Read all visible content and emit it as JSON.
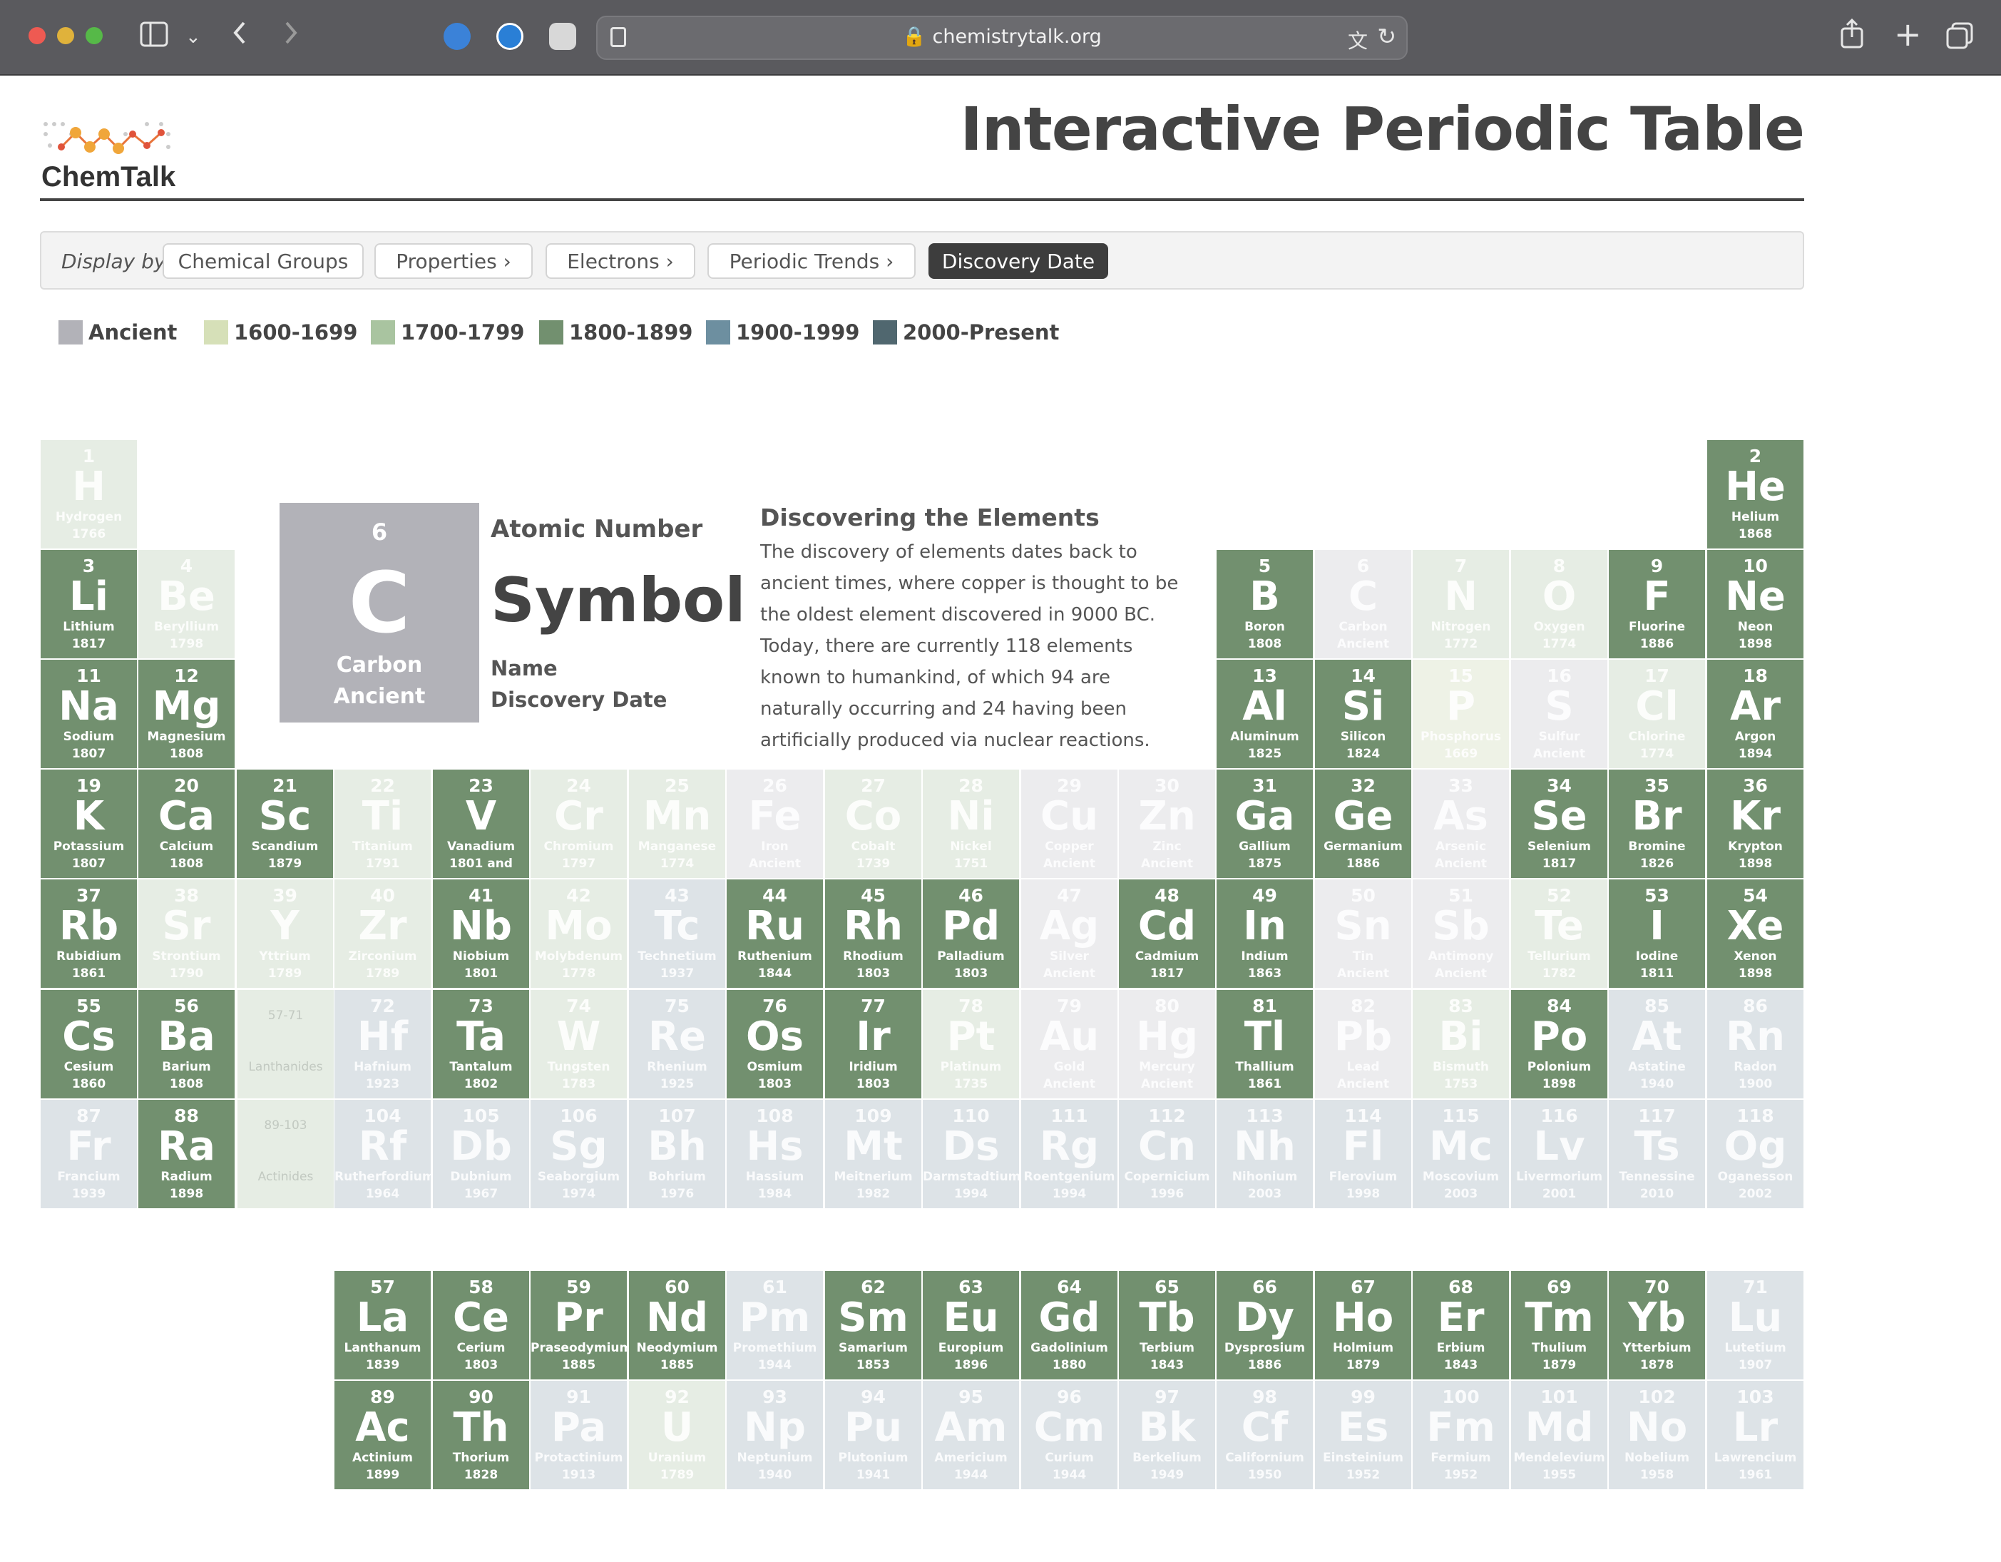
{
  "browser": {
    "url": "chemistrytalk.org"
  },
  "header": {
    "logo_text": "ChemTalk",
    "title": "Interactive Periodic Table"
  },
  "display_bar": {
    "label": "Display by",
    "buttons": [
      {
        "label": "Chemical Groups",
        "chevron": false,
        "active": false
      },
      {
        "label": "Properties",
        "chevron": true,
        "active": false
      },
      {
        "label": "Electrons",
        "chevron": true,
        "active": false
      },
      {
        "label": "Periodic Trends",
        "chevron": true,
        "active": false
      },
      {
        "label": "Discovery Date",
        "chevron": false,
        "active": true
      }
    ]
  },
  "legend": [
    {
      "label": "Ancient",
      "color": "#b2b2b8"
    },
    {
      "label": "1600-1699",
      "color": "#d6e0b8"
    },
    {
      "label": "1700-1799",
      "color": "#a9c4a0"
    },
    {
      "label": "1800-1899",
      "color": "#72906f"
    },
    {
      "label": "1900-1999",
      "color": "#6d8fa0"
    },
    {
      "label": "2000-Present",
      "color": "#50676f"
    }
  ],
  "key": {
    "number": "6",
    "symbol": "C",
    "name": "Carbon",
    "date": "Ancient",
    "label_number": "Atomic Number",
    "label_symbol": "Symbol",
    "label_name": "Name",
    "label_date": "Discovery Date"
  },
  "info": {
    "title": "Discovering the Elements",
    "body": "The discovery of elements dates back to ancient times, where copper is thought to be the oldest element discovered in 9000 BC. Today, there are currently 118 elements known to humankind, of which 94 are naturally occurring and 24 having been artificially produced via nuclear reactions."
  },
  "placeholders": [
    {
      "range": "57-71",
      "label": "Lanthanides"
    },
    {
      "range": "89-103",
      "label": "Actinides"
    }
  ],
  "elements": [
    {
      "n": "1",
      "s": "H",
      "name": "Hydrogen",
      "d": "1766",
      "row": 1,
      "col": 1,
      "style": "light"
    },
    {
      "n": "2",
      "s": "He",
      "name": "Helium",
      "d": "1868",
      "row": 1,
      "col": 18,
      "style": "green"
    },
    {
      "n": "3",
      "s": "Li",
      "name": "Lithium",
      "d": "1817",
      "row": 2,
      "col": 1,
      "style": "green"
    },
    {
      "n": "4",
      "s": "Be",
      "name": "Beryllium",
      "d": "1798",
      "row": 2,
      "col": 2,
      "style": "light"
    },
    {
      "n": "5",
      "s": "B",
      "name": "Boron",
      "d": "1808",
      "row": 2,
      "col": 13,
      "style": "green"
    },
    {
      "n": "6",
      "s": "C",
      "name": "Carbon",
      "d": "Ancient",
      "row": 2,
      "col": 14,
      "style": "grey"
    },
    {
      "n": "7",
      "s": "N",
      "name": "Nitrogen",
      "d": "1772",
      "row": 2,
      "col": 15,
      "style": "light"
    },
    {
      "n": "8",
      "s": "O",
      "name": "Oxygen",
      "d": "1774",
      "row": 2,
      "col": 16,
      "style": "light"
    },
    {
      "n": "9",
      "s": "F",
      "name": "Fluorine",
      "d": "1886",
      "row": 2,
      "col": 17,
      "style": "green"
    },
    {
      "n": "10",
      "s": "Ne",
      "name": "Neon",
      "d": "1898",
      "row": 2,
      "col": 18,
      "style": "green"
    },
    {
      "n": "11",
      "s": "Na",
      "name": "Sodium",
      "d": "1807",
      "row": 3,
      "col": 1,
      "style": "green"
    },
    {
      "n": "12",
      "s": "Mg",
      "name": "Magnesium",
      "d": "1808",
      "row": 3,
      "col": 2,
      "style": "green"
    },
    {
      "n": "13",
      "s": "Al",
      "name": "Aluminum",
      "d": "1825",
      "row": 3,
      "col": 13,
      "style": "green"
    },
    {
      "n": "14",
      "s": "Si",
      "name": "Silicon",
      "d": "1824",
      "row": 3,
      "col": 14,
      "style": "green"
    },
    {
      "n": "15",
      "s": "P",
      "name": "Phosphorus",
      "d": "1669",
      "row": 3,
      "col": 15,
      "style": "pale"
    },
    {
      "n": "16",
      "s": "S",
      "name": "Sulfur",
      "d": "Ancient",
      "row": 3,
      "col": 16,
      "style": "grey"
    },
    {
      "n": "17",
      "s": "Cl",
      "name": "Chlorine",
      "d": "1774",
      "row": 3,
      "col": 17,
      "style": "light"
    },
    {
      "n": "18",
      "s": "Ar",
      "name": "Argon",
      "d": "1894",
      "row": 3,
      "col": 18,
      "style": "green"
    },
    {
      "n": "19",
      "s": "K",
      "name": "Potassium",
      "d": "1807",
      "row": 4,
      "col": 1,
      "style": "green"
    },
    {
      "n": "20",
      "s": "Ca",
      "name": "Calcium",
      "d": "1808",
      "row": 4,
      "col": 2,
      "style": "green"
    },
    {
      "n": "21",
      "s": "Sc",
      "name": "Scandium",
      "d": "1879",
      "row": 4,
      "col": 3,
      "style": "green"
    },
    {
      "n": "22",
      "s": "Ti",
      "name": "Titanium",
      "d": "1791",
      "row": 4,
      "col": 4,
      "style": "light"
    },
    {
      "n": "23",
      "s": "V",
      "name": "Vanadium",
      "d": "1801 and",
      "row": 4,
      "col": 5,
      "style": "green"
    },
    {
      "n": "24",
      "s": "Cr",
      "name": "Chromium",
      "d": "1797",
      "row": 4,
      "col": 6,
      "style": "light"
    },
    {
      "n": "25",
      "s": "Mn",
      "name": "Manganese",
      "d": "1774",
      "row": 4,
      "col": 7,
      "style": "light"
    },
    {
      "n": "26",
      "s": "Fe",
      "name": "Iron",
      "d": "Ancient",
      "row": 4,
      "col": 8,
      "style": "grey"
    },
    {
      "n": "27",
      "s": "Co",
      "name": "Cobalt",
      "d": "1739",
      "row": 4,
      "col": 9,
      "style": "light"
    },
    {
      "n": "28",
      "s": "Ni",
      "name": "Nickel",
      "d": "1751",
      "row": 4,
      "col": 10,
      "style": "light"
    },
    {
      "n": "29",
      "s": "Cu",
      "name": "Copper",
      "d": "Ancient",
      "row": 4,
      "col": 11,
      "style": "grey"
    },
    {
      "n": "30",
      "s": "Zn",
      "name": "Zinc",
      "d": "Ancient",
      "row": 4,
      "col": 12,
      "style": "grey"
    },
    {
      "n": "31",
      "s": "Ga",
      "name": "Gallium",
      "d": "1875",
      "row": 4,
      "col": 13,
      "style": "green"
    },
    {
      "n": "32",
      "s": "Ge",
      "name": "Germanium",
      "d": "1886",
      "row": 4,
      "col": 14,
      "style": "green"
    },
    {
      "n": "33",
      "s": "As",
      "name": "Arsenic",
      "d": "Ancient",
      "row": 4,
      "col": 15,
      "style": "grey"
    },
    {
      "n": "34",
      "s": "Se",
      "name": "Selenium",
      "d": "1817",
      "row": 4,
      "col": 16,
      "style": "green"
    },
    {
      "n": "35",
      "s": "Br",
      "name": "Bromine",
      "d": "1826",
      "row": 4,
      "col": 17,
      "style": "green"
    },
    {
      "n": "36",
      "s": "Kr",
      "name": "Krypton",
      "d": "1898",
      "row": 4,
      "col": 18,
      "style": "green"
    },
    {
      "n": "37",
      "s": "Rb",
      "name": "Rubidium",
      "d": "1861",
      "row": 5,
      "col": 1,
      "style": "green"
    },
    {
      "n": "38",
      "s": "Sr",
      "name": "Strontium",
      "d": "1790",
      "row": 5,
      "col": 2,
      "style": "light"
    },
    {
      "n": "39",
      "s": "Y",
      "name": "Yttrium",
      "d": "1789",
      "row": 5,
      "col": 3,
      "style": "light"
    },
    {
      "n": "40",
      "s": "Zr",
      "name": "Zirconium",
      "d": "1789",
      "row": 5,
      "col": 4,
      "style": "light"
    },
    {
      "n": "41",
      "s": "Nb",
      "name": "Niobium",
      "d": "1801",
      "row": 5,
      "col": 5,
      "style": "green"
    },
    {
      "n": "42",
      "s": "Mo",
      "name": "Molybdenum",
      "d": "1778",
      "row": 5,
      "col": 6,
      "style": "light"
    },
    {
      "n": "43",
      "s": "Tc",
      "name": "Technetium",
      "d": "1937",
      "row": 5,
      "col": 7,
      "style": "blue"
    },
    {
      "n": "44",
      "s": "Ru",
      "name": "Ruthenium",
      "d": "1844",
      "row": 5,
      "col": 8,
      "style": "green"
    },
    {
      "n": "45",
      "s": "Rh",
      "name": "Rhodium",
      "d": "1803",
      "row": 5,
      "col": 9,
      "style": "green"
    },
    {
      "n": "46",
      "s": "Pd",
      "name": "Palladium",
      "d": "1803",
      "row": 5,
      "col": 10,
      "style": "green"
    },
    {
      "n": "47",
      "s": "Ag",
      "name": "Silver",
      "d": "Ancient",
      "row": 5,
      "col": 11,
      "style": "grey"
    },
    {
      "n": "48",
      "s": "Cd",
      "name": "Cadmium",
      "d": "1817",
      "row": 5,
      "col": 12,
      "style": "green"
    },
    {
      "n": "49",
      "s": "In",
      "name": "Indium",
      "d": "1863",
      "row": 5,
      "col": 13,
      "style": "green"
    },
    {
      "n": "50",
      "s": "Sn",
      "name": "Tin",
      "d": "Ancient",
      "row": 5,
      "col": 14,
      "style": "grey"
    },
    {
      "n": "51",
      "s": "Sb",
      "name": "Antimony",
      "d": "Ancient",
      "row": 5,
      "col": 15,
      "style": "grey"
    },
    {
      "n": "52",
      "s": "Te",
      "name": "Tellurium",
      "d": "1782",
      "row": 5,
      "col": 16,
      "style": "light"
    },
    {
      "n": "53",
      "s": "I",
      "name": "Iodine",
      "d": "1811",
      "row": 5,
      "col": 17,
      "style": "green"
    },
    {
      "n": "54",
      "s": "Xe",
      "name": "Xenon",
      "d": "1898",
      "row": 5,
      "col": 18,
      "style": "green"
    },
    {
      "n": "55",
      "s": "Cs",
      "name": "Cesium",
      "d": "1860",
      "row": 6,
      "col": 1,
      "style": "green"
    },
    {
      "n": "56",
      "s": "Ba",
      "name": "Barium",
      "d": "1808",
      "row": 6,
      "col": 2,
      "style": "green"
    },
    {
      "n": "72",
      "s": "Hf",
      "name": "Hafnium",
      "d": "1923",
      "row": 6,
      "col": 4,
      "style": "blue"
    },
    {
      "n": "73",
      "s": "Ta",
      "name": "Tantalum",
      "d": "1802",
      "row": 6,
      "col": 5,
      "style": "green"
    },
    {
      "n": "74",
      "s": "W",
      "name": "Tungsten",
      "d": "1783",
      "row": 6,
      "col": 6,
      "style": "light"
    },
    {
      "n": "75",
      "s": "Re",
      "name": "Rhenium",
      "d": "1925",
      "row": 6,
      "col": 7,
      "style": "blue"
    },
    {
      "n": "76",
      "s": "Os",
      "name": "Osmium",
      "d": "1803",
      "row": 6,
      "col": 8,
      "style": "green"
    },
    {
      "n": "77",
      "s": "Ir",
      "name": "Iridium",
      "d": "1803",
      "row": 6,
      "col": 9,
      "style": "green"
    },
    {
      "n": "78",
      "s": "Pt",
      "name": "Platinum",
      "d": "1735",
      "row": 6,
      "col": 10,
      "style": "light"
    },
    {
      "n": "79",
      "s": "Au",
      "name": "Gold",
      "d": "Ancient",
      "row": 6,
      "col": 11,
      "style": "grey"
    },
    {
      "n": "80",
      "s": "Hg",
      "name": "Mercury",
      "d": "Ancient",
      "row": 6,
      "col": 12,
      "style": "grey"
    },
    {
      "n": "81",
      "s": "Tl",
      "name": "Thallium",
      "d": "1861",
      "row": 6,
      "col": 13,
      "style": "green"
    },
    {
      "n": "82",
      "s": "Pb",
      "name": "Lead",
      "d": "Ancient",
      "row": 6,
      "col": 14,
      "style": "grey"
    },
    {
      "n": "83",
      "s": "Bi",
      "name": "Bismuth",
      "d": "1753",
      "row": 6,
      "col": 15,
      "style": "light"
    },
    {
      "n": "84",
      "s": "Po",
      "name": "Polonium",
      "d": "1898",
      "row": 6,
      "col": 16,
      "style": "green"
    },
    {
      "n": "85",
      "s": "At",
      "name": "Astatine",
      "d": "1940",
      "row": 6,
      "col": 17,
      "style": "blue"
    },
    {
      "n": "86",
      "s": "Rn",
      "name": "Radon",
      "d": "1900",
      "row": 6,
      "col": 18,
      "style": "blue"
    },
    {
      "n": "87",
      "s": "Fr",
      "name": "Francium",
      "d": "1939",
      "row": 7,
      "col": 1,
      "style": "blue"
    },
    {
      "n": "88",
      "s": "Ra",
      "name": "Radium",
      "d": "1898",
      "row": 7,
      "col": 2,
      "style": "green"
    },
    {
      "n": "104",
      "s": "Rf",
      "name": "Rutherfordium",
      "d": "1964",
      "row": 7,
      "col": 4,
      "style": "blue"
    },
    {
      "n": "105",
      "s": "Db",
      "name": "Dubnium",
      "d": "1967",
      "row": 7,
      "col": 5,
      "style": "blue"
    },
    {
      "n": "106",
      "s": "Sg",
      "name": "Seaborgium",
      "d": "1974",
      "row": 7,
      "col": 6,
      "style": "blue"
    },
    {
      "n": "107",
      "s": "Bh",
      "name": "Bohrium",
      "d": "1976",
      "row": 7,
      "col": 7,
      "style": "blue"
    },
    {
      "n": "108",
      "s": "Hs",
      "name": "Hassium",
      "d": "1984",
      "row": 7,
      "col": 8,
      "style": "blue"
    },
    {
      "n": "109",
      "s": "Mt",
      "name": "Meitnerium",
      "d": "1982",
      "row": 7,
      "col": 9,
      "style": "blue"
    },
    {
      "n": "110",
      "s": "Ds",
      "name": "Darmstadtium",
      "d": "1994",
      "row": 7,
      "col": 10,
      "style": "blue"
    },
    {
      "n": "111",
      "s": "Rg",
      "name": "Roentgenium",
      "d": "1994",
      "row": 7,
      "col": 11,
      "style": "blue"
    },
    {
      "n": "112",
      "s": "Cn",
      "name": "Copernicium",
      "d": "1996",
      "row": 7,
      "col": 12,
      "style": "blue"
    },
    {
      "n": "113",
      "s": "Nh",
      "name": "Nihonium",
      "d": "2003",
      "row": 7,
      "col": 13,
      "style": "blue"
    },
    {
      "n": "114",
      "s": "Fl",
      "name": "Flerovium",
      "d": "1998",
      "row": 7,
      "col": 14,
      "style": "blue"
    },
    {
      "n": "115",
      "s": "Mc",
      "name": "Moscovium",
      "d": "2003",
      "row": 7,
      "col": 15,
      "style": "blue"
    },
    {
      "n": "116",
      "s": "Lv",
      "name": "Livermorium",
      "d": "2001",
      "row": 7,
      "col": 16,
      "style": "blue"
    },
    {
      "n": "117",
      "s": "Ts",
      "name": "Tennessine",
      "d": "2010",
      "row": 7,
      "col": 17,
      "style": "blue"
    },
    {
      "n": "118",
      "s": "Og",
      "name": "Oganesson",
      "d": "2002",
      "row": 7,
      "col": 18,
      "style": "blue"
    },
    {
      "n": "57",
      "s": "La",
      "name": "Lanthanum",
      "d": "1839",
      "row": 9,
      "col": 4,
      "style": "green"
    },
    {
      "n": "58",
      "s": "Ce",
      "name": "Cerium",
      "d": "1803",
      "row": 9,
      "col": 5,
      "style": "green"
    },
    {
      "n": "59",
      "s": "Pr",
      "name": "Praseodymium",
      "d": "1885",
      "row": 9,
      "col": 6,
      "style": "green"
    },
    {
      "n": "60",
      "s": "Nd",
      "name": "Neodymium",
      "d": "1885",
      "row": 9,
      "col": 7,
      "style": "green"
    },
    {
      "n": "61",
      "s": "Pm",
      "name": "Promethium",
      "d": "1944",
      "row": 9,
      "col": 8,
      "style": "blue"
    },
    {
      "n": "62",
      "s": "Sm",
      "name": "Samarium",
      "d": "1853",
      "row": 9,
      "col": 9,
      "style": "green"
    },
    {
      "n": "63",
      "s": "Eu",
      "name": "Europium",
      "d": "1896",
      "row": 9,
      "col": 10,
      "style": "green"
    },
    {
      "n": "64",
      "s": "Gd",
      "name": "Gadolinium",
      "d": "1880",
      "row": 9,
      "col": 11,
      "style": "green"
    },
    {
      "n": "65",
      "s": "Tb",
      "name": "Terbium",
      "d": "1843",
      "row": 9,
      "col": 12,
      "style": "green"
    },
    {
      "n": "66",
      "s": "Dy",
      "name": "Dysprosium",
      "d": "1886",
      "row": 9,
      "col": 13,
      "style": "green"
    },
    {
      "n": "67",
      "s": "Ho",
      "name": "Holmium",
      "d": "1879",
      "row": 9,
      "col": 14,
      "style": "green"
    },
    {
      "n": "68",
      "s": "Er",
      "name": "Erbium",
      "d": "1843",
      "row": 9,
      "col": 15,
      "style": "green"
    },
    {
      "n": "69",
      "s": "Tm",
      "name": "Thulium",
      "d": "1879",
      "row": 9,
      "col": 16,
      "style": "green"
    },
    {
      "n": "70",
      "s": "Yb",
      "name": "Ytterbium",
      "d": "1878",
      "row": 9,
      "col": 17,
      "style": "green"
    },
    {
      "n": "71",
      "s": "Lu",
      "name": "Lutetium",
      "d": "1907",
      "row": 9,
      "col": 18,
      "style": "blue"
    },
    {
      "n": "89",
      "s": "Ac",
      "name": "Actinium",
      "d": "1899",
      "row": 10,
      "col": 4,
      "style": "green"
    },
    {
      "n": "90",
      "s": "Th",
      "name": "Thorium",
      "d": "1828",
      "row": 10,
      "col": 5,
      "style": "green"
    },
    {
      "n": "91",
      "s": "Pa",
      "name": "Protactinium",
      "d": "1913",
      "row": 10,
      "col": 6,
      "style": "blue"
    },
    {
      "n": "92",
      "s": "U",
      "name": "Uranium",
      "d": "1789",
      "row": 10,
      "col": 7,
      "style": "light"
    },
    {
      "n": "93",
      "s": "Np",
      "name": "Neptunium",
      "d": "1940",
      "row": 10,
      "col": 8,
      "style": "blue"
    },
    {
      "n": "94",
      "s": "Pu",
      "name": "Plutonium",
      "d": "1941",
      "row": 10,
      "col": 9,
      "style": "blue"
    },
    {
      "n": "95",
      "s": "Am",
      "name": "Americium",
      "d": "1944",
      "row": 10,
      "col": 10,
      "style": "blue"
    },
    {
      "n": "96",
      "s": "Cm",
      "name": "Curium",
      "d": "1944",
      "row": 10,
      "col": 11,
      "style": "blue"
    },
    {
      "n": "97",
      "s": "Bk",
      "name": "Berkelium",
      "d": "1949",
      "row": 10,
      "col": 12,
      "style": "blue"
    },
    {
      "n": "98",
      "s": "Cf",
      "name": "Californium",
      "d": "1950",
      "row": 10,
      "col": 13,
      "style": "blue"
    },
    {
      "n": "99",
      "s": "Es",
      "name": "Einsteinium",
      "d": "1952",
      "row": 10,
      "col": 14,
      "style": "blue"
    },
    {
      "n": "100",
      "s": "Fm",
      "name": "Fermium",
      "d": "1952",
      "row": 10,
      "col": 15,
      "style": "blue"
    },
    {
      "n": "101",
      "s": "Md",
      "name": "Mendelevium",
      "d": "1955",
      "row": 10,
      "col": 16,
      "style": "blue"
    },
    {
      "n": "102",
      "s": "No",
      "name": "Nobelium",
      "d": "1958",
      "row": 10,
      "col": 17,
      "style": "blue"
    },
    {
      "n": "103",
      "s": "Lr",
      "name": "Lawrencium",
      "d": "1961",
      "row": 10,
      "col": 18,
      "style": "blue"
    }
  ],
  "cell_styles": {
    "green": "#72906f",
    "light": "#e6ede4",
    "pale": "#eef2e6",
    "grey": "#ececee",
    "blue": "#dde3e7"
  }
}
